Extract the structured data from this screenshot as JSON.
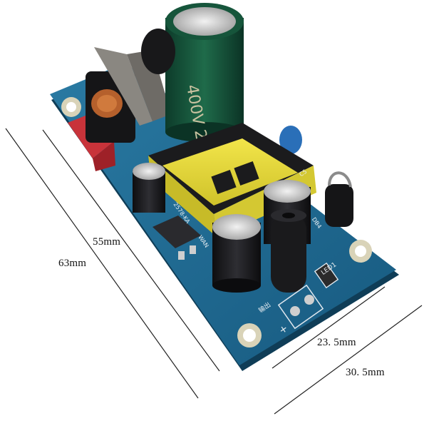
{
  "image": {
    "subject": "AC-DC switching power supply module PCB",
    "background_color": "#ffffff",
    "board_color": "#1f6a92"
  },
  "dimensions": {
    "inner_length": {
      "label": "55mm"
    },
    "outer_length": {
      "label": "63mm"
    },
    "inner_width": {
      "label": "23. 5mm"
    },
    "outer_width": {
      "label": "30. 5mm"
    }
  },
  "silkscreen": {
    "led_label": "LED1",
    "output_label": "输出",
    "plus_sign": "+",
    "ic_marking": "2578-KA",
    "cap_label": "C5",
    "diode_label": "DB4",
    "chip_label": "WAN"
  },
  "components": {
    "main_capacitor_marking": "400V 22",
    "red_capacitor": "X2 safety capacitor",
    "blue_capacitor": "Y capacitor",
    "transformer": "yellow-tape flyback transformer",
    "common_mode_choke": "copper-wound choke"
  }
}
